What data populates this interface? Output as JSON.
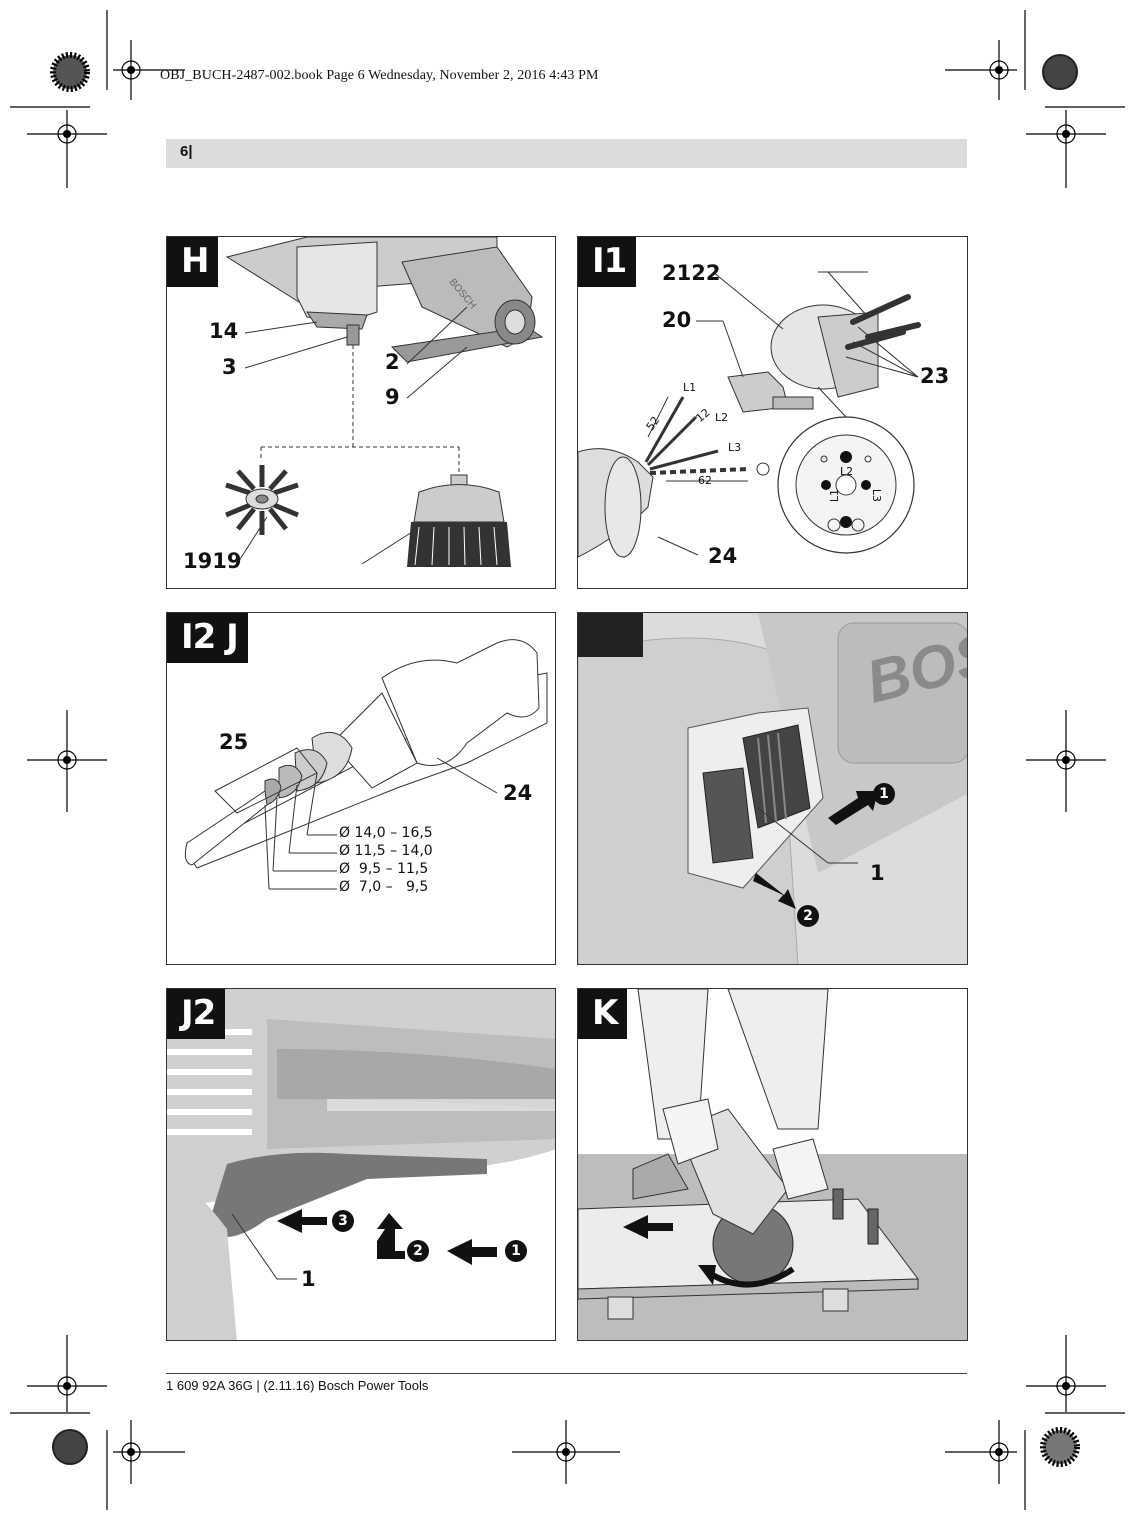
{
  "header": {
    "file_info": "OBJ_BUCH-2487-002.book  Page 6  Wednesday, November 2, 2016  4:43 PM",
    "page_number": "6"
  },
  "panels": {
    "H": {
      "tag": "H",
      "labels": {
        "l14": "14",
        "l3": "3",
        "l2": "2",
        "l9": "9",
        "l19": "1919"
      }
    },
    "I1": {
      "tag": "I1",
      "labels": {
        "l2122": "2122",
        "l20": "20",
        "l23": "23",
        "l24": "24",
        "L1": "L1",
        "L2": "L2",
        "L3": "L3",
        "d52": "52",
        "d12": "12",
        "d62": "62",
        "pL1": "L1",
        "pL2": "L2",
        "pL3": "L3"
      }
    },
    "I2": {
      "tag": "I2 J",
      "labels": {
        "l25": "25",
        "l24": "24"
      },
      "diameters": [
        "Ø 14,0 – 16,5",
        "Ø 11,5 – 14,0",
        "Ø  9,5 – 11,5",
        "Ø  7,0 –   9,5"
      ]
    },
    "J1": {
      "tag": "",
      "labels": {
        "brand": "BOS",
        "l1": "1",
        "s1": "1",
        "s2": "2"
      }
    },
    "J2": {
      "tag": "J2",
      "labels": {
        "l1": "1",
        "s1": "1",
        "s2": "2",
        "s3": "3"
      }
    },
    "K": {
      "tag": "K"
    }
  },
  "footer": {
    "text": "1 609 92A 36G | (2.11.16) Bosch Power Tools"
  }
}
